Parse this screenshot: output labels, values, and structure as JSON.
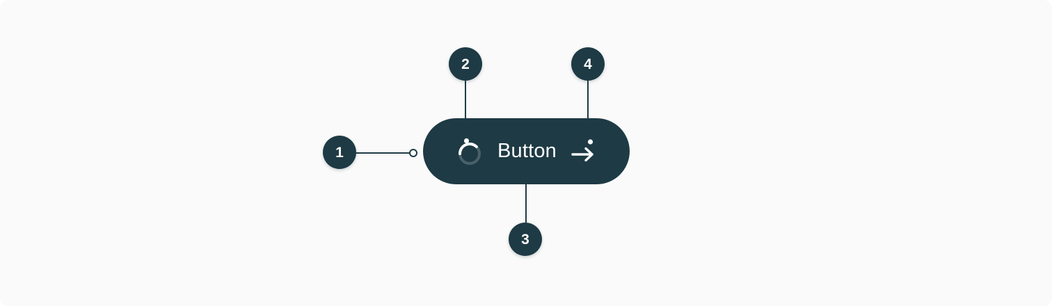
{
  "canvas": {
    "background_color": "#fafafa",
    "accent_color": "#1e3a44",
    "on_accent_color": "#ffffff",
    "spinner_track_color": "#4a6069"
  },
  "button": {
    "label": "Button",
    "leading_icon": "spinner-icon",
    "trailing_icon": "arrow-right-icon"
  },
  "callouts": [
    {
      "number": "1",
      "target": "button-left-edge"
    },
    {
      "number": "2",
      "target": "spinner-icon"
    },
    {
      "number": "3",
      "target": "button-body"
    },
    {
      "number": "4",
      "target": "arrow-right-icon"
    }
  ]
}
